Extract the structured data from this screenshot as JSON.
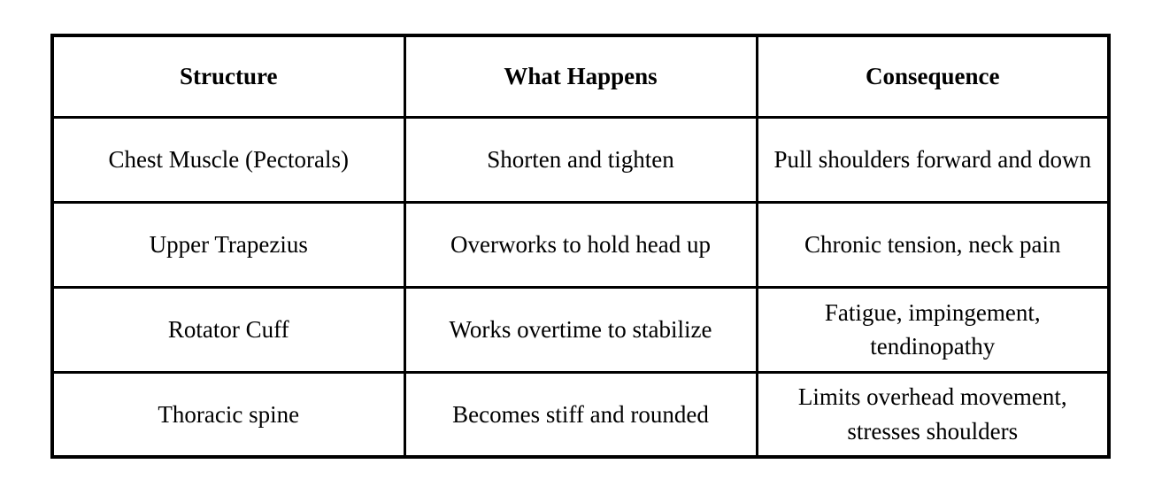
{
  "page": {
    "background_color": "#ffffff",
    "border_color": "#000000",
    "text_color": "#000000"
  },
  "table": {
    "headers": [
      "Structure",
      "What Happens",
      "Consequence"
    ],
    "rows": [
      {
        "cells": [
          "Chest Muscle (Pectorals)",
          "Shorten and tighten",
          "Pull shoulders forward and down"
        ]
      },
      {
        "cells": [
          "Upper Trapezius",
          "Overworks to hold head up",
          "Chronic tension, neck pain"
        ]
      },
      {
        "cells": [
          "Rotator Cuff",
          "Works overtime to stabilize",
          "Fatigue, impingement, tendinopathy"
        ]
      },
      {
        "cells": [
          "Thoracic spine",
          "Becomes stiff and rounded",
          "Limits overhead movement, stresses shoulders"
        ]
      }
    ]
  }
}
